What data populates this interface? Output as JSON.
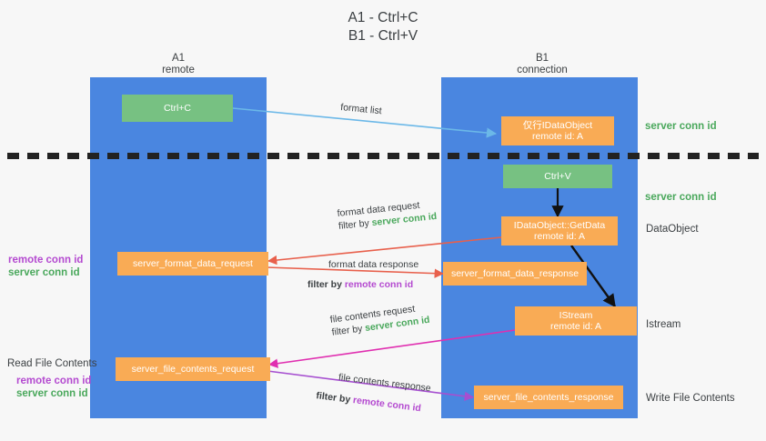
{
  "title": {
    "line1": "A1 - Ctrl+C",
    "line2": "B1 - Ctrl+V"
  },
  "lanes": [
    {
      "name": "A1",
      "sub": "remote"
    },
    {
      "name": "B1",
      "sub": "connection"
    }
  ],
  "nodes": {
    "ctrl_c": {
      "label": "Ctrl+C"
    },
    "ctrl_v": {
      "label": "Ctrl+V"
    },
    "idataobject": {
      "line1": "仅行IDataObject",
      "line2": "remote id: A"
    },
    "getdata": {
      "line1": "IDataObject::GetData",
      "line2": "remote id: A"
    },
    "istream": {
      "line1": "IStream",
      "line2": "remote id: A"
    },
    "format_data_request": {
      "label": "server_format_data_request"
    },
    "format_data_response": {
      "label": "server_format_data_response"
    },
    "file_contents_request": {
      "label": "server_file_contents_request"
    },
    "file_contents_response": {
      "label": "server_file_contents_response"
    }
  },
  "edge_labels": {
    "format_list": "format list",
    "format_data_request": "format data request",
    "format_data_request_filter_prefix": "filter by ",
    "format_data_request_filter_key": "server conn id",
    "format_data_response": "format data response",
    "format_data_response_filter_prefix": "filter by ",
    "format_data_response_filter_key": "remote conn id",
    "file_contents_request": "file contents request",
    "file_contents_request_filter_prefix": "filter by ",
    "file_contents_request_filter_key": "server conn id",
    "file_contents_response": "file contents response",
    "file_contents_response_filter_prefix": "filter by ",
    "file_contents_response_filter_key": "remote conn id"
  },
  "annotations_right": {
    "server_conn_id_top": "server conn id",
    "server_conn_id_mid": "server conn id",
    "dataobject": "DataObject",
    "istream": "Istream",
    "write_file_contents": "Write File Contents"
  },
  "annotations_left": {
    "remote_conn_id_top": "remote conn id",
    "server_conn_id_top": "server conn id",
    "read_file_contents": "Read File Contents",
    "remote_conn_id_bottom": "remote conn id",
    "server_conn_id_bottom": "server conn id"
  },
  "colors": {
    "lane": "#4a86e0",
    "green_node": "#77c182",
    "orange_node": "#f9ab55",
    "green_text": "#4aa85c",
    "purple_text": "#b44ad0",
    "blue_arrow": "#6bb8e8",
    "red_arrow": "#e8604c",
    "magenta_arrow": "#e02fb0",
    "purple_arrow": "#a64fd0",
    "black_arrow": "#111111",
    "background": "#f7f7f7"
  }
}
